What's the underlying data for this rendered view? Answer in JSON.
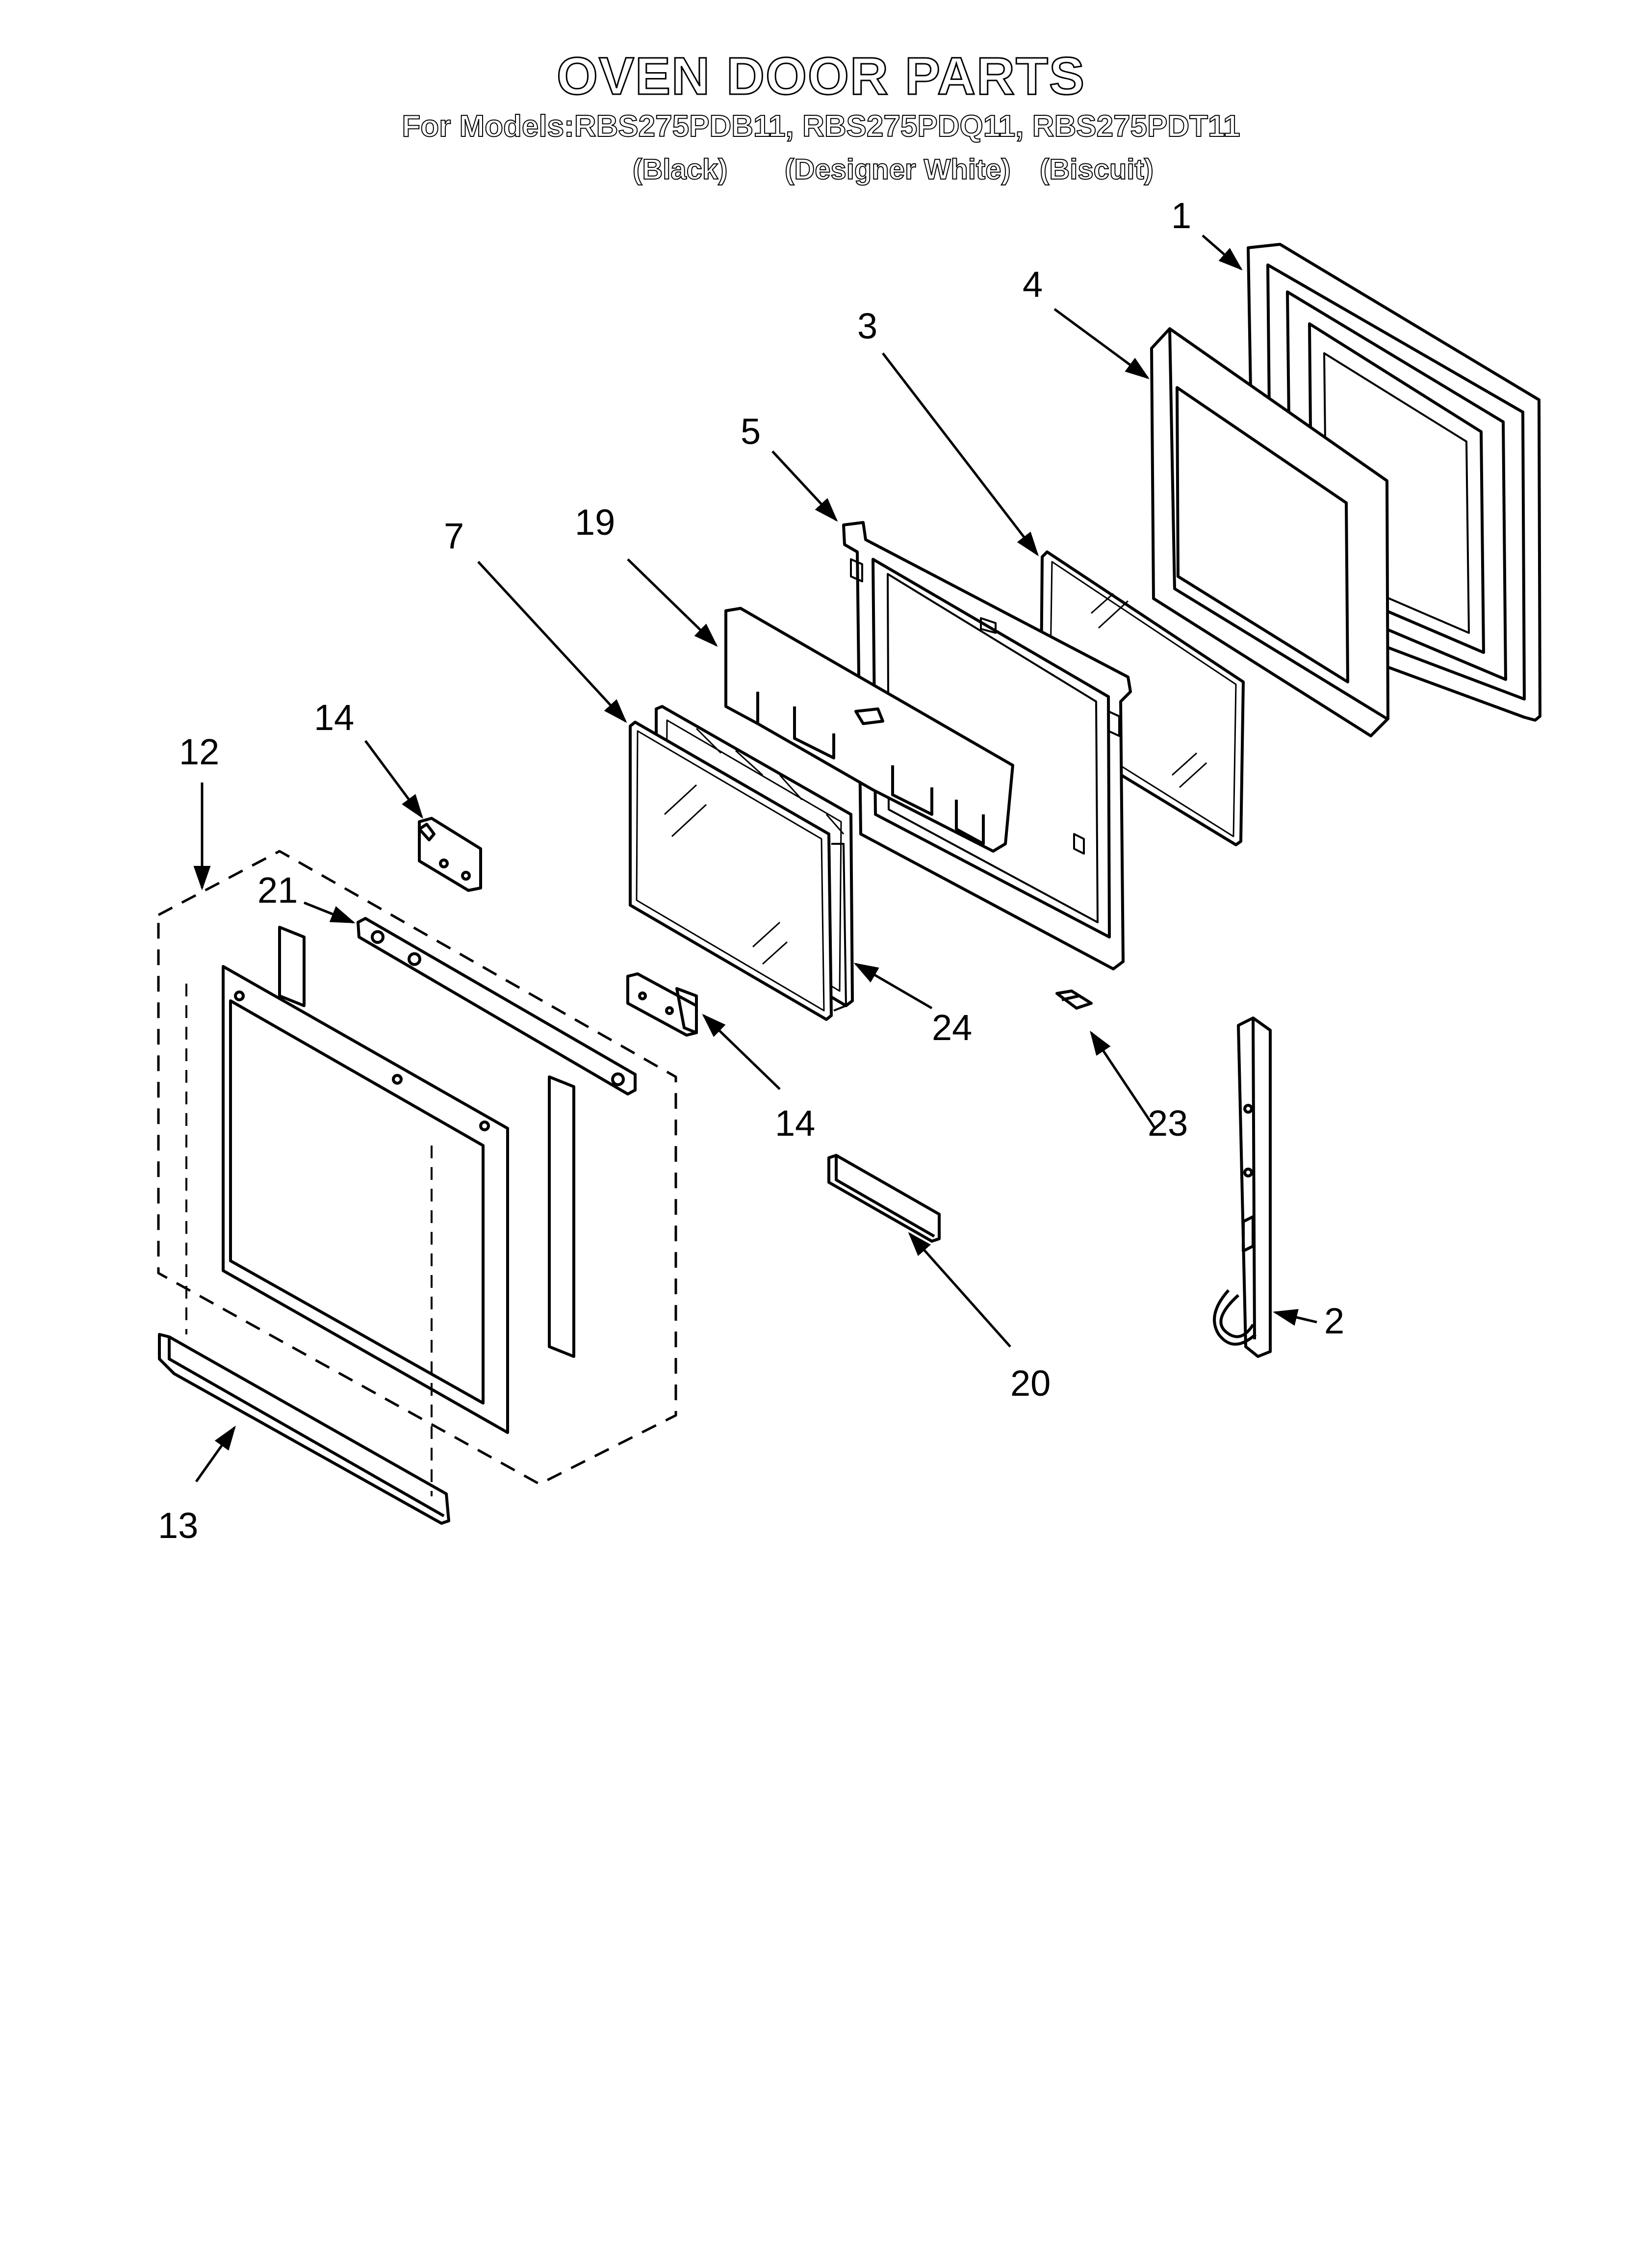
{
  "title": "OVEN DOOR PARTS",
  "models_line": "For Models:RBS275PDB11, RBS275PDQ11, RBS275PDT11",
  "variants": [
    "(Black)",
    "(Designer White)",
    "(Biscuit)"
  ],
  "callouts": {
    "c1": "1",
    "c2": "2",
    "c3": "3",
    "c4": "4",
    "c5": "5",
    "c7": "7",
    "c12": "12",
    "c13": "13",
    "c14a": "14",
    "c14b": "14",
    "c19": "19",
    "c20": "20",
    "c21": "21",
    "c23": "23",
    "c24": "24"
  },
  "colors": {
    "line": "#000000",
    "background": "#ffffff"
  }
}
